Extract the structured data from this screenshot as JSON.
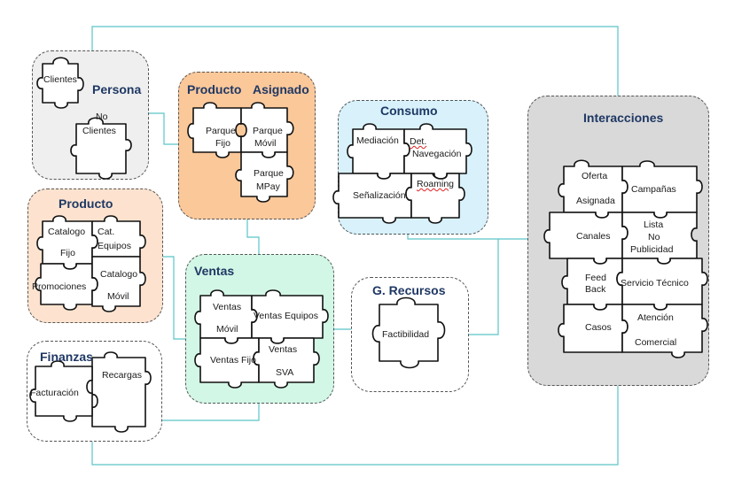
{
  "colors": {
    "connector": "#5bc4c7",
    "title": "#1f3864",
    "persona_fill": "#efefef",
    "producto_fill": "#fde3cf",
    "producto_asignado_fill": "#fbc89a",
    "ventas_fill": "#d3f7e6",
    "consumo_fill": "#d8f1fb",
    "interacciones_fill": "#d9d9d9",
    "white": "#ffffff"
  },
  "groups": {
    "persona": {
      "title": "Persona",
      "pieces": [
        "Clientes",
        "No",
        "Clientes"
      ]
    },
    "producto_asignado": {
      "title_a": "Producto",
      "title_b": "Asignado",
      "pieces": [
        "Parque",
        "Fijo",
        "Parque",
        "Móvil",
        "Parque",
        "MPay"
      ]
    },
    "consumo": {
      "title": "Consumo",
      "pieces": [
        "Mediación",
        "Det.",
        "Navegación",
        "Señalización",
        "Roaming"
      ]
    },
    "interacciones": {
      "title": "Interacciones",
      "pieces": [
        "Oferta",
        "Asignada",
        "Campañas",
        "Canales",
        "Lista",
        "No",
        "Publicidad",
        "Feed",
        "Back",
        "Servicio Técnico",
        "Casos",
        "Atención",
        "Comercial"
      ]
    },
    "producto": {
      "title": "Producto",
      "pieces": [
        "Catalogo",
        "Fijo",
        "Cat.",
        "Equipos",
        "Catalogo",
        "Promociones",
        "Móvil"
      ]
    },
    "ventas": {
      "title": "Ventas",
      "pieces": [
        "Ventas",
        "Móvil",
        "Ventas Equipos",
        "Ventas Fijo",
        "Ventas",
        "SVA"
      ]
    },
    "g_recursos": {
      "title": "G. Recursos",
      "pieces": [
        "Factibilidad"
      ]
    },
    "finanzas": {
      "title": "Finanzas",
      "pieces": [
        "Recargas",
        "Facturación"
      ]
    }
  }
}
